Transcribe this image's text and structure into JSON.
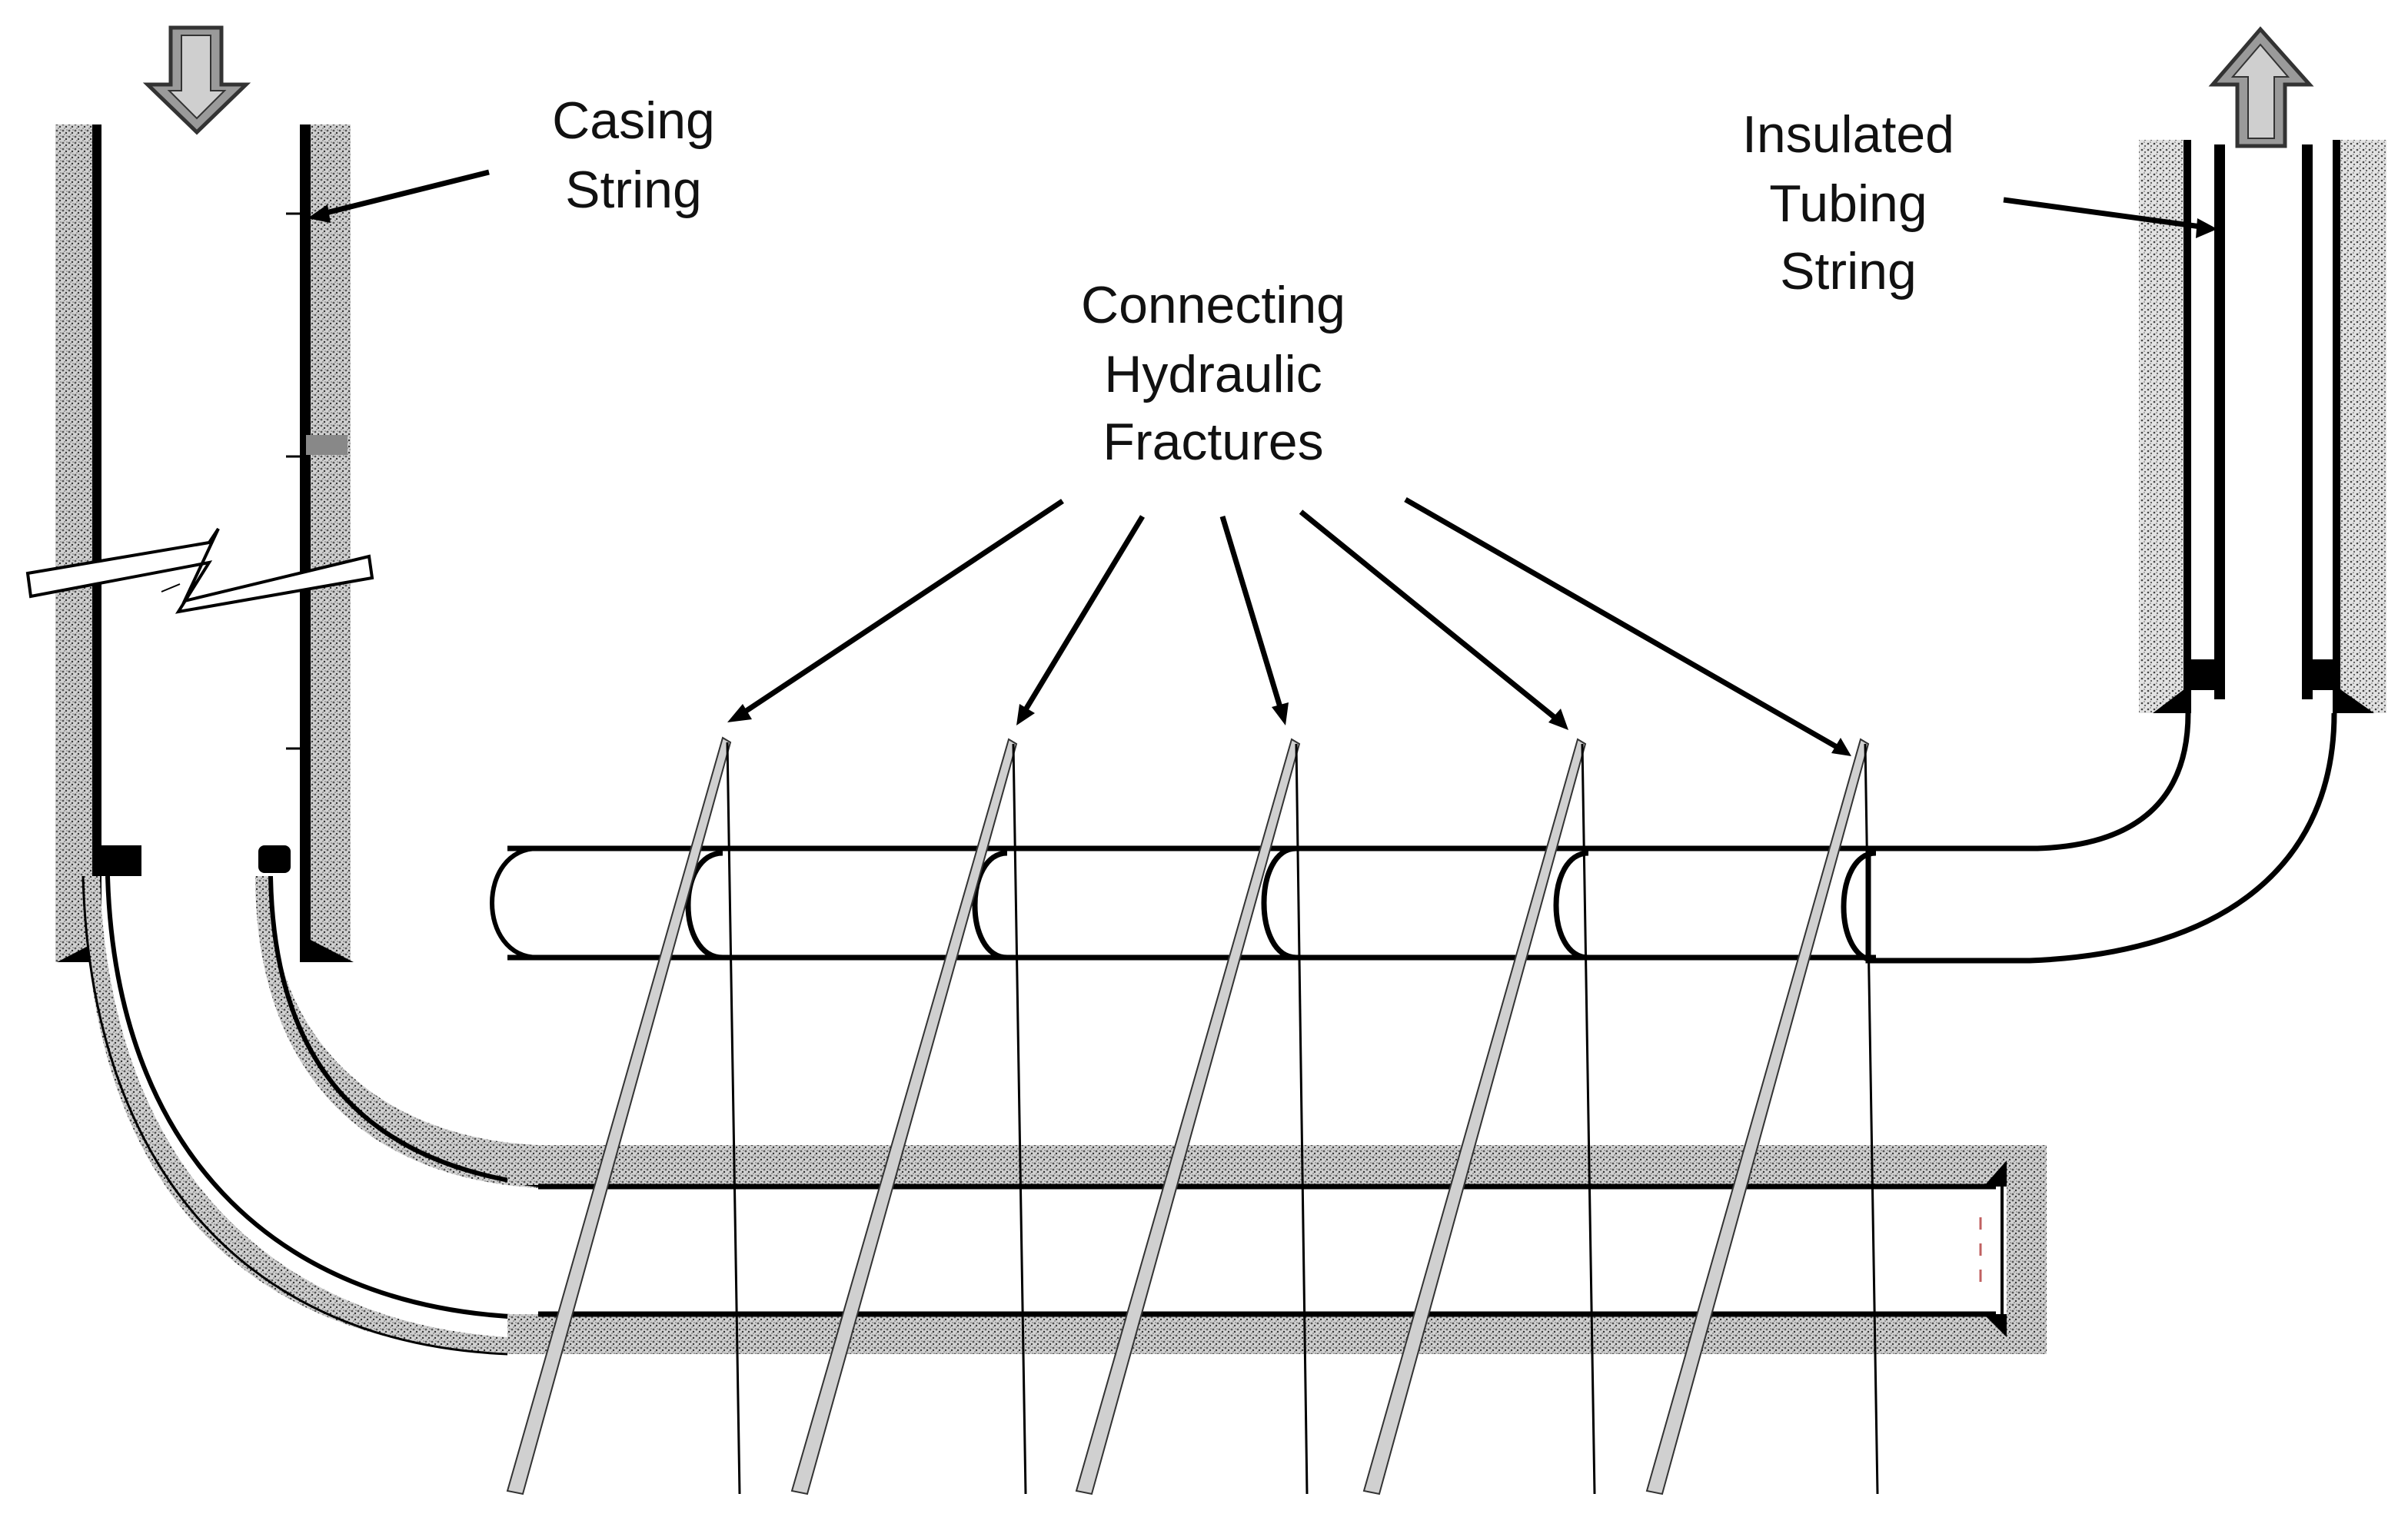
{
  "labels": {
    "casing_line1": "Casing",
    "casing_line2": "String",
    "fractures_line1": "Connecting",
    "fractures_line2": "Hydraulic",
    "fractures_line3": "Fractures",
    "tubing_line1": "Insulated",
    "tubing_line2": "Tubing",
    "tubing_line3": "String"
  },
  "colors": {
    "line": "#000000",
    "cement": "#b8b8b8",
    "arrow_fill": "#9a9a9a",
    "fracture_fill": "#cfcfcf"
  },
  "icons": {
    "inflow": "down-arrow-icon",
    "outflow": "up-arrow-icon"
  }
}
